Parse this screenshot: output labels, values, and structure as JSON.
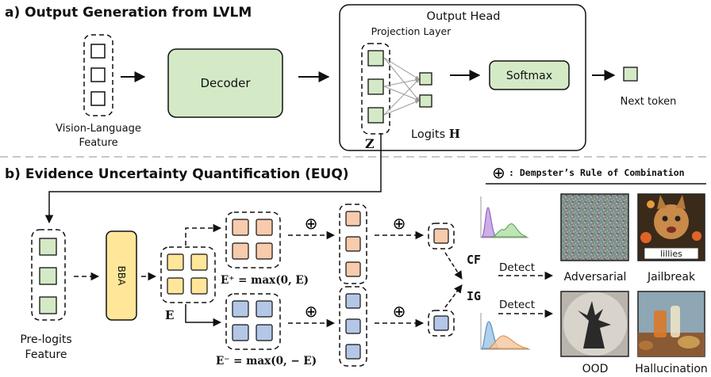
{
  "section_a": {
    "title": "a) Output Generation from LVLM"
  },
  "section_b": {
    "title": "b) Evidence Uncertainty Quantification (EUQ)"
  },
  "vl_feature": {
    "line1": "Vision-Language",
    "line2": "Feature"
  },
  "decoder": {
    "label": "Decoder"
  },
  "output_head": {
    "title": "Output Head",
    "projection_label": "Projection Layer",
    "z_label": "Z",
    "logits_label": "Logits",
    "logits_symbol": "H"
  },
  "softmax": {
    "label": "Softmax"
  },
  "next_token": {
    "label": "Next token"
  },
  "legend": {
    "symbol": "⊕",
    "text": ": Dempster’s Rule of Combination"
  },
  "prelogits": {
    "line1": "Pre-logits",
    "line2": "Feature"
  },
  "bba": {
    "label": "BBA"
  },
  "evidence": {
    "e_label": "E",
    "e_pos_label": "E⁺ = max(0, E)",
    "e_neg_label": "E⁻ = max(0, − E)"
  },
  "combine": {
    "symbol": "⊕"
  },
  "metrics": {
    "cf": "CF",
    "ig": "IG"
  },
  "detect": {
    "top": "Detect",
    "bottom": "Detect"
  },
  "thumbnails": {
    "adversarial": "Adversarial",
    "jailbreak": "Jailbreak",
    "jailbreak_caption": "lillies",
    "ood": "OOD",
    "hallucination": "Hallucination"
  },
  "colors": {
    "green": "#d4eac7",
    "orange": "#f8cbad",
    "yellow": "#ffe699",
    "blue": "#b4c7e7"
  }
}
